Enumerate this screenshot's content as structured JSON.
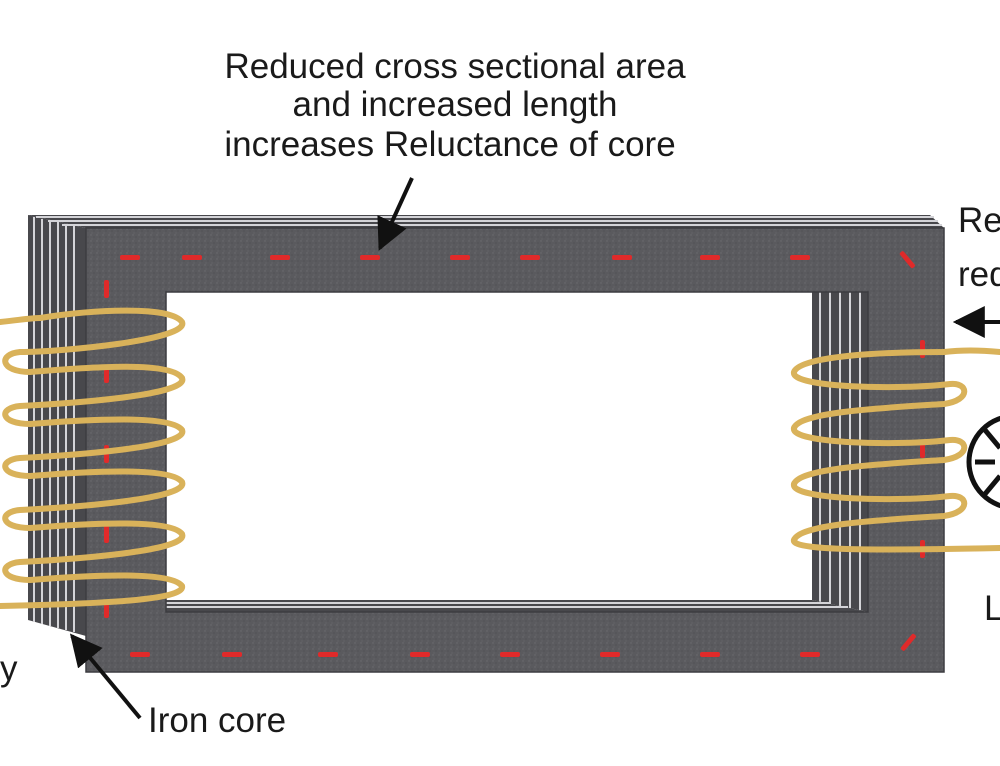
{
  "title": {
    "lines": [
      "Reduced cross sectional area",
      "and increased length",
      "increases Reluctance of core"
    ]
  },
  "labels": {
    "iron_core": "Iron core",
    "right_top_partial": "Re",
    "right_mid_partial": "red",
    "right_bottom_partial": "L",
    "left_bottom_partial": "y"
  },
  "colors": {
    "core_face": "#5a5a5e",
    "core_edge": "#3c3c40",
    "lamination_light": "#d4d4d8",
    "winding": "#d9b25a",
    "flux_arrow": "#e02a2a",
    "label_text": "#1a1a1a"
  }
}
